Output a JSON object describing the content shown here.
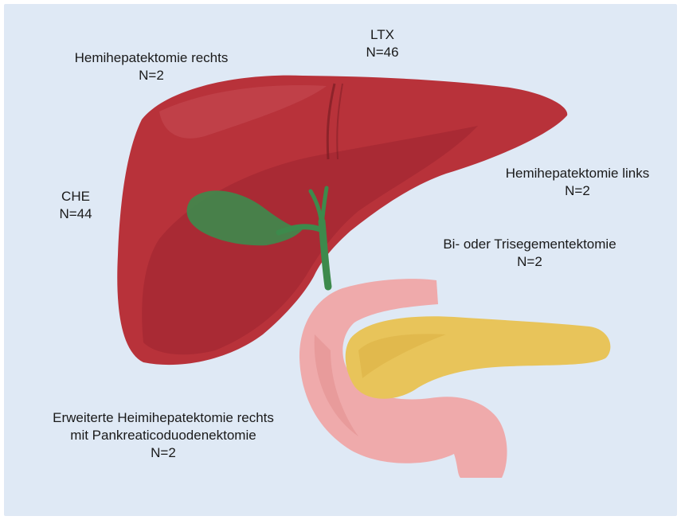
{
  "labels": {
    "ltx": {
      "name": "LTX",
      "n": "N=46"
    },
    "hemi_right": {
      "name": "Hemihepatektomie rechts",
      "n": "N=2"
    },
    "hemi_left": {
      "name": "Hemihepatektomie links",
      "n": "N=2"
    },
    "che": {
      "name": "CHE",
      "n": "N=44"
    },
    "segment": {
      "name": "Bi- oder Trisegementektomie",
      "n": "N=2"
    },
    "extended": {
      "line1": "Erweiterte Heimihepatektomie rechts",
      "line2": "mit Pankreaticoduodenektomie",
      "n": "N=2"
    }
  },
  "colors": {
    "background": "#dfe9f5",
    "liver": "#b8323a",
    "liver_dark": "#9c2430",
    "gallbladder": "#3d8a4c",
    "duodenum": "#efa6a6",
    "pancreas": "#e8c45a"
  }
}
